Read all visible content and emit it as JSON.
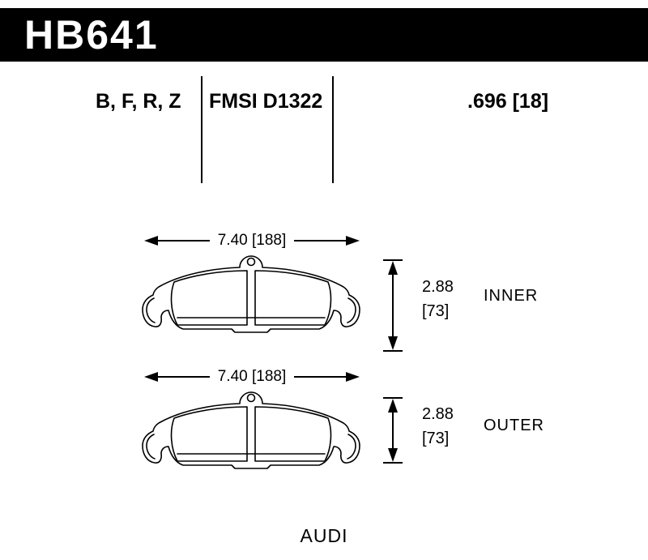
{
  "header": {
    "part_number": "HB641",
    "bg_color": "#000000",
    "fg_color": "#ffffff"
  },
  "spec": {
    "compounds": "B, F, R, Z",
    "fmsi": "FMSI D1322",
    "thickness": ".696 [18]"
  },
  "pads": [
    {
      "label": "INNER",
      "width_dim": "7.40 [188]",
      "height_in": "2.88",
      "height_mm": "[73]"
    },
    {
      "label": "OUTER",
      "width_dim": "7.40 [188]",
      "height_in": "2.88",
      "height_mm": "[73]"
    }
  ],
  "vehicle": "AUDI",
  "colors": {
    "line": "#000000",
    "background": "#ffffff"
  }
}
